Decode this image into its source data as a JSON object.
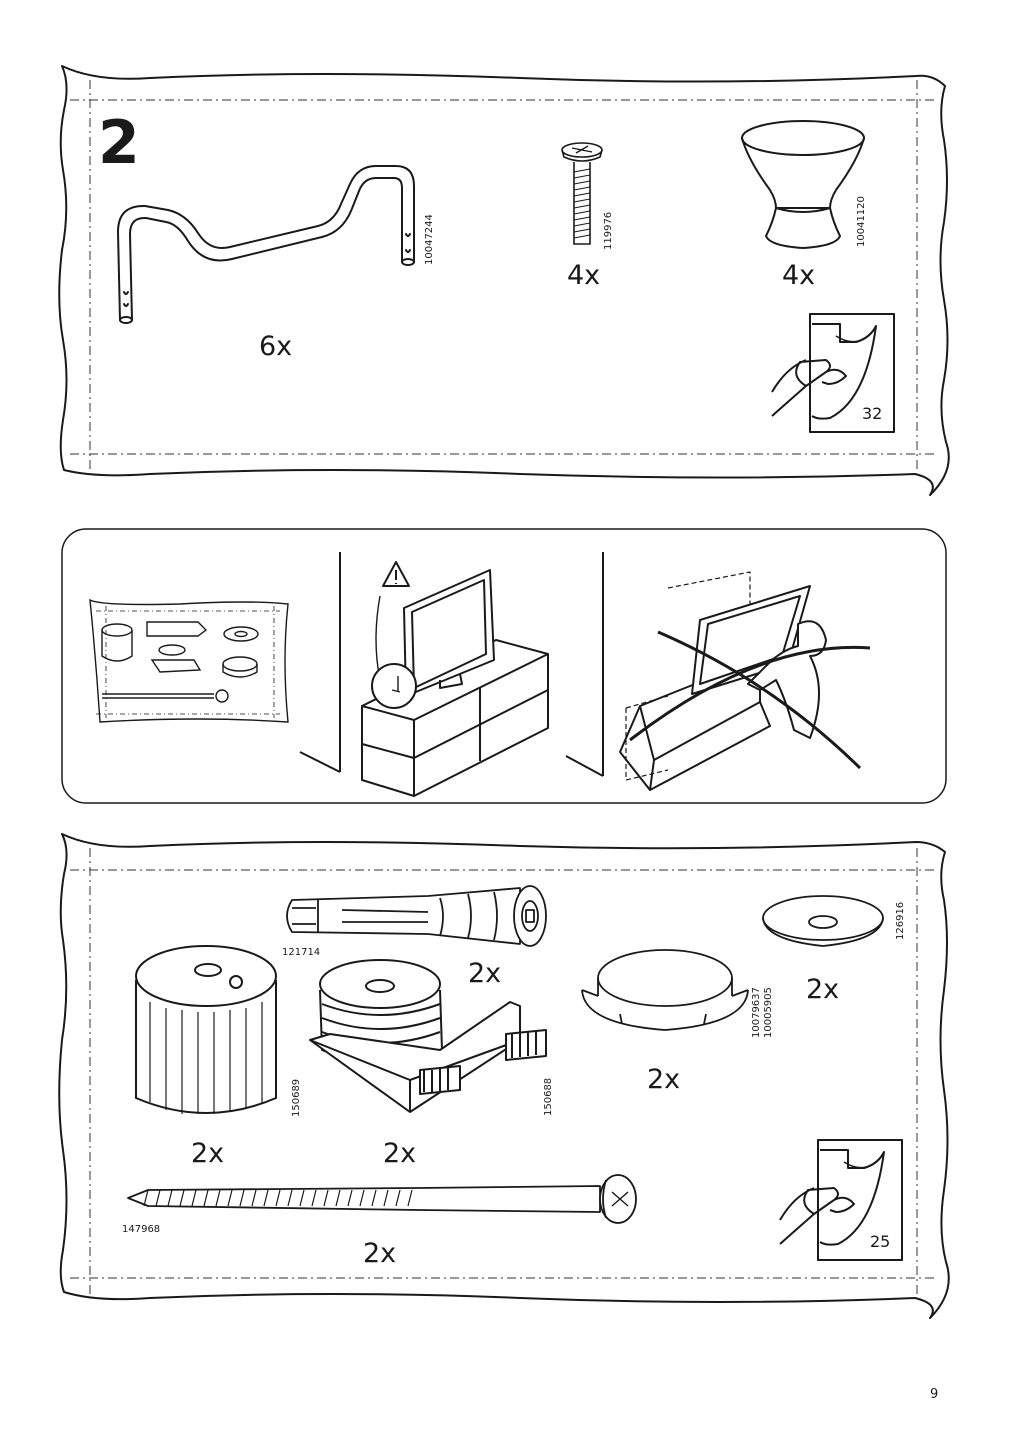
{
  "page_number": "9",
  "step1": {
    "step_number": "2",
    "parts": [
      {
        "id": "10047244",
        "qty": "6x"
      },
      {
        "id": "119976",
        "qty": "4x"
      },
      {
        "id": "10041120",
        "qty": "4x"
      }
    ],
    "booklet_page": "32"
  },
  "warning": {
    "icon": "warning-triangle-icon"
  },
  "step2": {
    "parts": [
      {
        "id": "121714",
        "qty": "2x"
      },
      {
        "id": "126916",
        "qty": "2x"
      },
      {
        "id": "10079637",
        "id2": "10005905",
        "qty": "2x"
      },
      {
        "id": "150689",
        "qty": "2x"
      },
      {
        "id": "150688",
        "qty": "2x"
      },
      {
        "id": "147968",
        "qty": "2x"
      }
    ],
    "booklet_page": "25"
  }
}
